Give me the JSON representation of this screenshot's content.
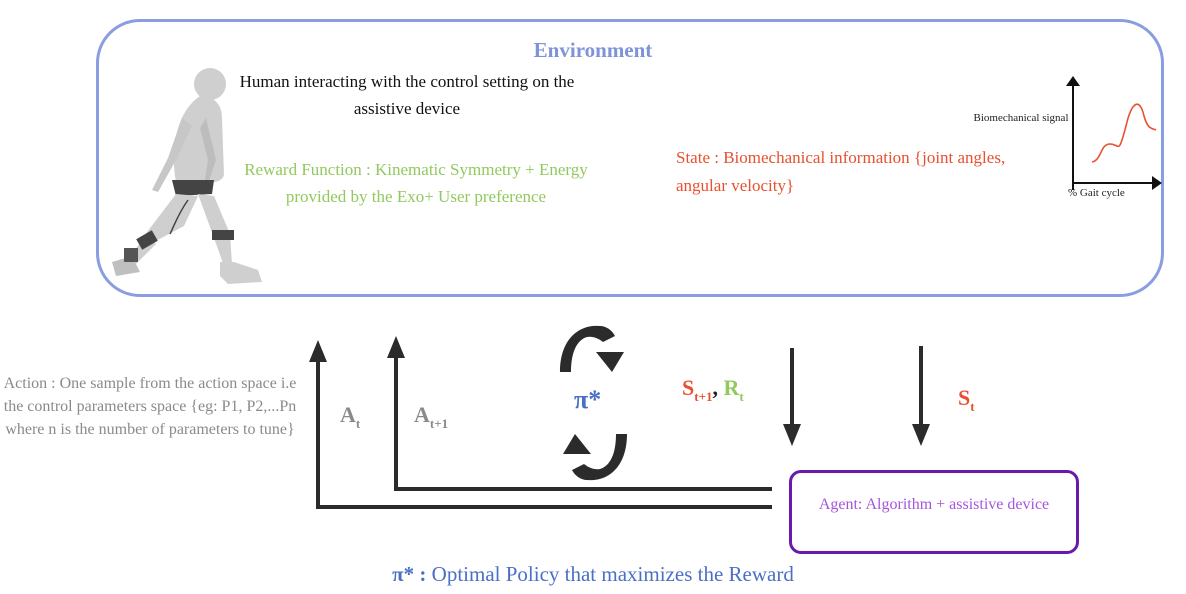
{
  "environment": {
    "title": "Environment",
    "human_text": "Human interacting with the control setting on the assistive device",
    "reward_text": "Reward Function : Kinematic Symmetry + Energy provided by the Exo+ User preference",
    "state_text": "State : Biomechanical information {joint angles, angular velocity}",
    "plot": {
      "y_label": "Biomechanical signal",
      "x_label": "% Gait cycle"
    }
  },
  "action_text": "Action : One sample from the action space i.e the control parameters space {eg: P1, P2,...Pn where n is the number of parameters to tune}",
  "labels": {
    "a_t": {
      "main": "A",
      "sub": "t"
    },
    "a_t1": {
      "main": "A",
      "sub": "t+1"
    },
    "s_t1": {
      "main": "S",
      "sub": "t+1"
    },
    "separator": ",",
    "r_t": {
      "main": "R",
      "sub": "t"
    },
    "s_t": {
      "main": "S",
      "sub": "t"
    },
    "policy_symbol": "π*"
  },
  "agent_text": "Agent: Algorithm + assistive device",
  "caption": {
    "symbol": "π* :",
    "text": " Optimal Policy that maximizes the Reward"
  },
  "colors": {
    "environment_border": "#8a9de0",
    "environment_title": "#7f93d8",
    "reward": "#92c95e",
    "state": "#e8502f",
    "action": "#8a8a8a",
    "agent_border": "#6a1aa8",
    "agent_text": "#a554dd",
    "policy": "#4a6fc4",
    "arrows": "#2b2b2b"
  }
}
